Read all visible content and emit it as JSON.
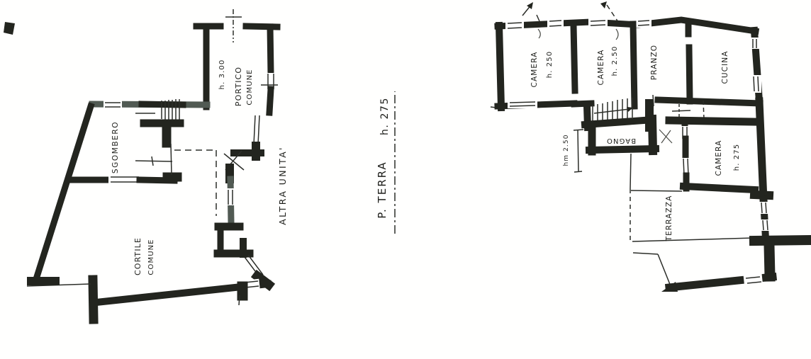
{
  "title": {
    "part1": "P. TERRA",
    "part2": "h. 275"
  },
  "left_plan": {
    "rooms": {
      "sgombero": "SGOMBERO",
      "portico_line1": "PORTICO",
      "portico_line2": "COMUNE",
      "portico_height": "h. 3.00",
      "cortile_line1": "CORTILE",
      "cortile_line2": "COMUNE",
      "altra_unita": "ALTRA UNITA'"
    }
  },
  "right_plan": {
    "rooms": {
      "camera1_line1": "CAMERA",
      "camera1_line2": "h. 250",
      "camera2_line1": "CAMERA",
      "camera2_line2": "h. 2.50",
      "pranzo": "PRANZO",
      "cucina": "CUCINA",
      "bagno": "BAGNO",
      "bagno_height": "hm 2.50",
      "camera3_line1": "CAMERA",
      "camera3_line2": "h. 275",
      "terrazza": "TERRAZZA"
    }
  },
  "colors": {
    "ink": "#23251f",
    "soft_ink": "#515a53",
    "paper": "#ffffff"
  }
}
